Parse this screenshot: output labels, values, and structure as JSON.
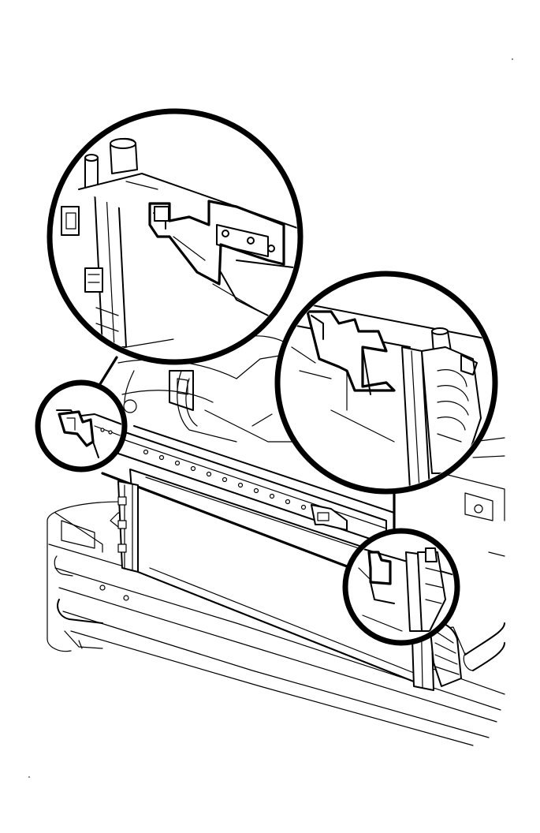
{
  "diagram": {
    "type": "line-art technical illustration",
    "subject": "radiator-assembly",
    "colors": {
      "ink": "#000000",
      "paper": "#ffffff"
    },
    "callouts": [
      {
        "id": "upper-left-bracket-detail",
        "shows": "radiator-upper-left-mount-bracket"
      },
      {
        "id": "small-left-callout",
        "shows": "left-bracket-locator"
      },
      {
        "id": "upper-right-bracket-detail",
        "shows": "radiator-upper-right-mount-bracket"
      },
      {
        "id": "small-right-callout",
        "shows": "right-bracket-locator"
      }
    ]
  }
}
